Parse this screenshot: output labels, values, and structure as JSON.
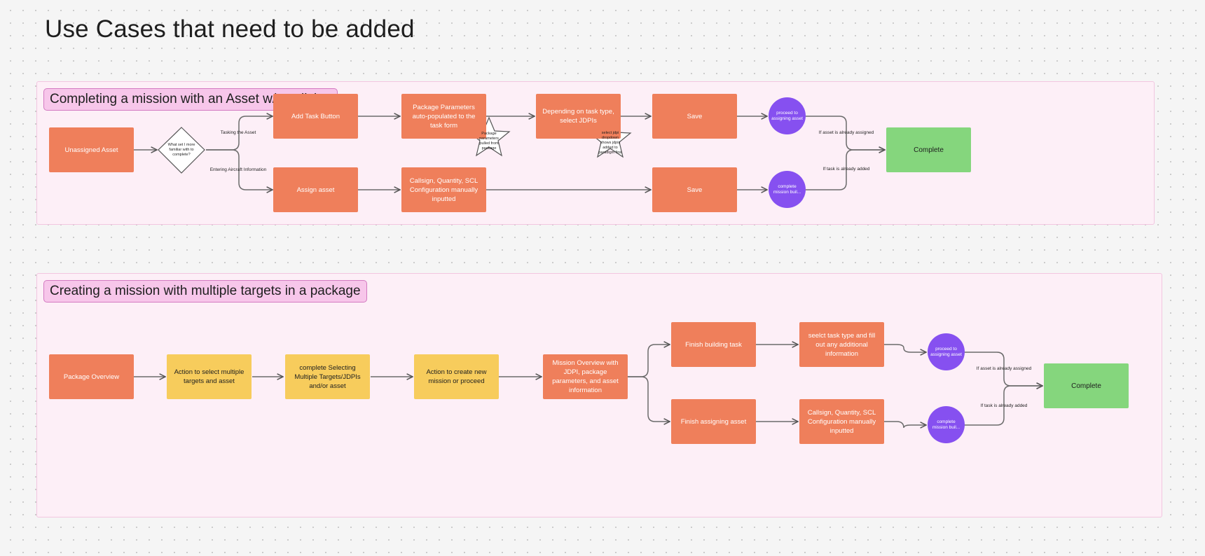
{
  "page": {
    "title": "Use Cases that need to be added"
  },
  "sections": {
    "s1": {
      "label": "Completing a mission with an Asset w/o callsign",
      "nodes": {
        "unassigned_asset": "Unassigned Asset",
        "decision": "What set I more familiar with to complete?",
        "add_task_button": "Add Task Button",
        "package_params": "Package Parameters auto-populated to the task form",
        "star1": "Package parameters pulled from package",
        "depending_task_type": "Depending on task type, select JDPIs",
        "star2": "select jdpi dropdown shows jdpis added to paradigm first",
        "save_top": "Save",
        "proceed_assigning": "proceed to assigning asset",
        "assign_asset": "Assign asset",
        "callsign_config": "Callsign, Quantity, SCL Configuration manually inputted",
        "save_bottom": "Save",
        "complete_mission": "complete mission buil...",
        "complete": "Complete"
      },
      "edges": {
        "tasking": "Tasking the Asset",
        "entering": "Entering Aircraft Information",
        "asset_assigned": "If asset is already assigned",
        "task_added": "If task is already added"
      }
    },
    "s2": {
      "label": "Creating a mission with multiple targets in a package",
      "nodes": {
        "package_overview": "Package Overview",
        "action_select": "Action to select multiple targets and asset",
        "complete_selecting": "complete Selecting Multiple Targets/JDPIs and/or asset",
        "action_create": "Action to create new mission or proceed",
        "mission_overview": "Mission Overview with JDPI, package parameters, and asset information",
        "finish_task": "Finish building task",
        "select_task_type": "seelct task type and fill out any additional information",
        "proceed_assigning": "proceed to assigning asset",
        "finish_asset": "Finish assigning asset",
        "callsign_config": "Callsign, Quantity, SCL Configuration manually inputted",
        "complete_mission": "complete mission buil...",
        "complete": "Complete"
      },
      "edges": {
        "asset_assigned": "If asset is already assigned",
        "task_added": "If task is already added"
      }
    }
  },
  "colors": {
    "orange": "#ef7f5b",
    "yellow": "#f7cc5c",
    "green": "#85d67d",
    "purple": "#8650f0",
    "section_bg": "#fdeff7",
    "label_bg": "#f7c6ea"
  }
}
